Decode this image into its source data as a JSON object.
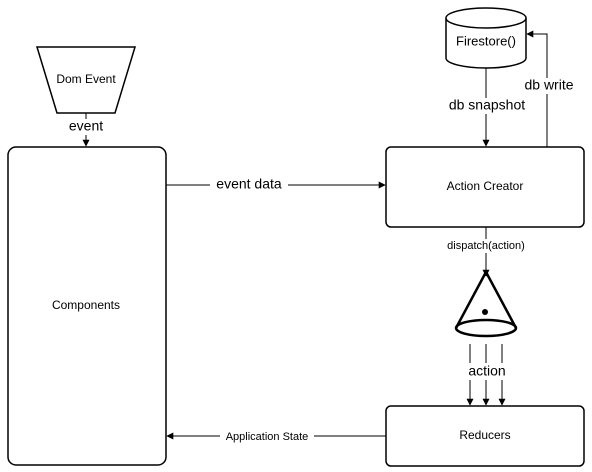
{
  "nodes": {
    "dom_event": "Dom Event",
    "components": "Components",
    "action_creator": "Action Creator",
    "firestore": "Firestore()",
    "reducers": "Reducers"
  },
  "edges": {
    "event": "event",
    "event_data": "event data",
    "db_snapshot": "db snapshot",
    "db_write": "db write",
    "dispatch": "dispatch(action)",
    "action": "action",
    "application_state": "Application State"
  },
  "colors": {
    "stroke": "#000000",
    "fill": "#ffffff"
  }
}
